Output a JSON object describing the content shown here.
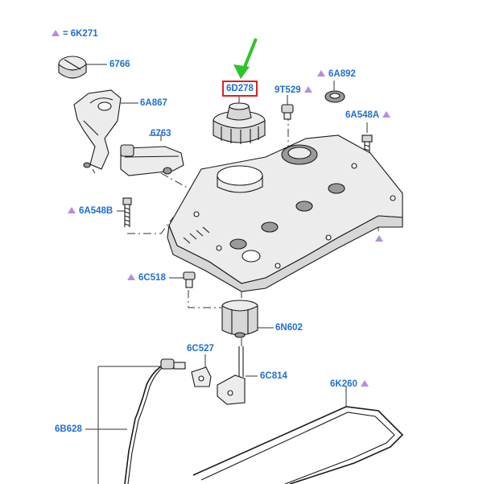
{
  "colors": {
    "label": "#1f6fd1",
    "marker": "#b18ee8",
    "highlight_box": "#e02020",
    "pointer_arrow": "#2ec428"
  },
  "labels": {
    "l_6k271": "6K271",
    "l_6766": "6766",
    "l_6a867": "6A867",
    "l_6763": "6763",
    "l_6d278": "6D278",
    "l_9t529": "9T529",
    "l_6a892": "6A892",
    "l_6a548a": "6A548A",
    "l_6a548b": "6A548B",
    "l_6c518": "6C518",
    "l_6n602": "6N602",
    "l_6c527": "6C527",
    "l_6c814": "6C814",
    "l_6k260": "6K260",
    "l_6b628": "6B628"
  },
  "legend": {
    "marker_icon": "purple-triangle-icon",
    "equals_sign": "="
  }
}
